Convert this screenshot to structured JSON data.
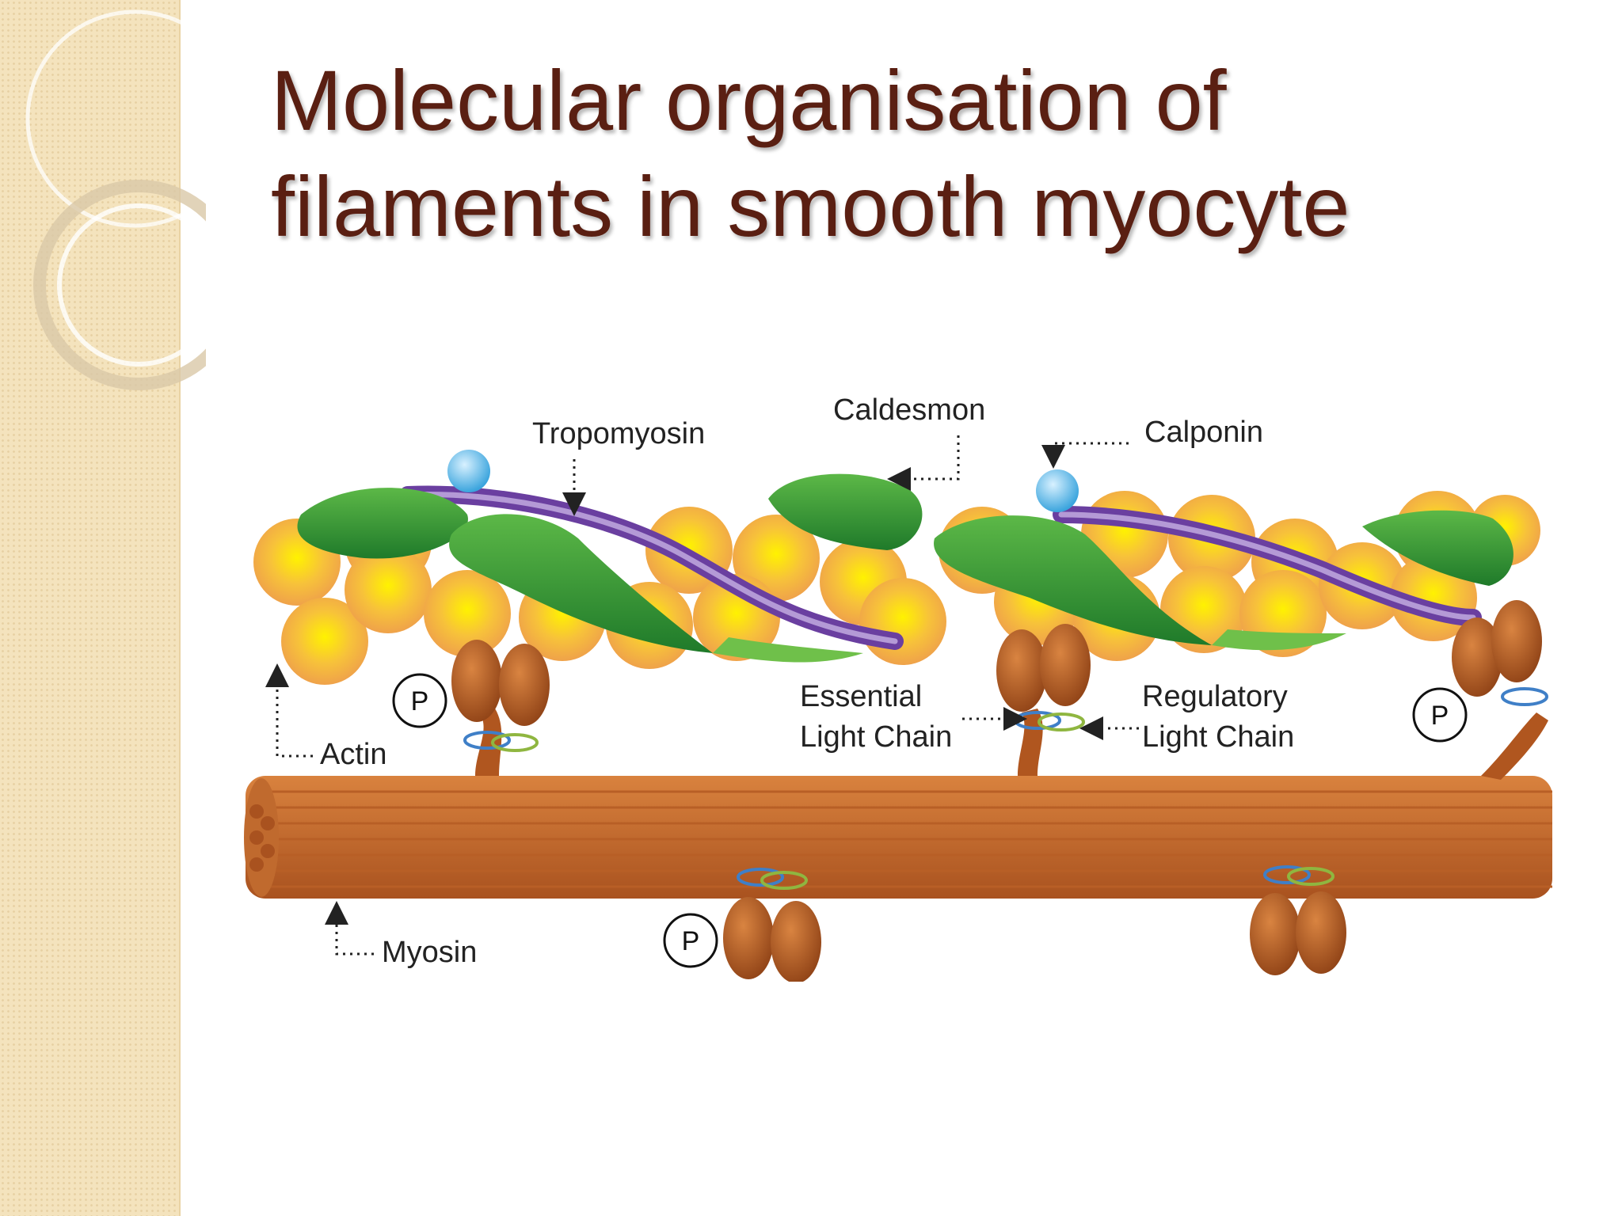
{
  "slide": {
    "title_line1": "Molecular organisation of",
    "title_line2": "filaments in smooth myocyte"
  },
  "diagram": {
    "labels": {
      "tropomyosin": "Tropomyosin",
      "caldesmon": "Caldesmon",
      "calponin": "Calponin",
      "actin": "Actin",
      "myosin": "Myosin",
      "essential_line1": "Essential",
      "essential_line2": "Light Chain",
      "regulatory_line1": "Regulatory",
      "regulatory_line2": "Light Chain",
      "phosphate": "P"
    },
    "colors": {
      "title": "#5a1f12",
      "actin": "#f5b63c",
      "tropomyosin": "#6a3fa0",
      "caldesmon": "#2f9a35",
      "calponin": "#5ab8ea",
      "myosin": "#c4692f",
      "sidebar": "#f4e3bd"
    }
  }
}
